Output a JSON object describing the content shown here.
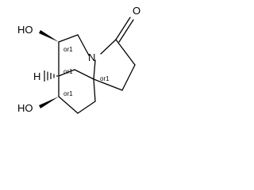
{
  "structure": {
    "atoms": {
      "oxygen_carbonyl": "O",
      "nitrogen": "N",
      "hydroxyl_top": "HO",
      "hydroxyl_bottom": "HO",
      "bridgehead_hydrogen": "H"
    },
    "stereo_labels": {
      "c_oh_top": "or1",
      "c_bridgehead": "or1",
      "c_quaternary": "or1",
      "c_oh_bottom": "or1"
    }
  },
  "colors": {
    "bond": "#000000",
    "text": "#000000",
    "background": "#ffffff"
  }
}
